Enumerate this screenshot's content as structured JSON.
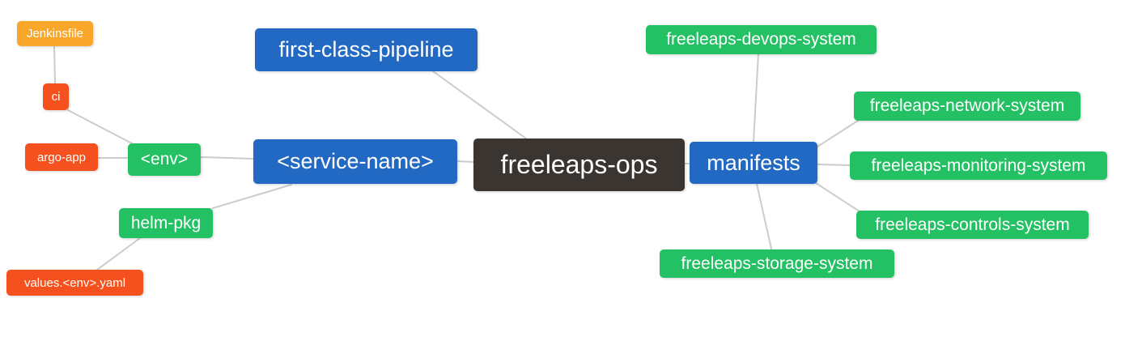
{
  "mindmap": {
    "root": {
      "label": "freeleaps-ops"
    },
    "left_branch": {
      "first_class_pipeline": {
        "label": "first-class-pipeline"
      },
      "service_name": {
        "label": "<service-name>"
      },
      "env": {
        "label": "<env>"
      },
      "argo_app": {
        "label": "argo-app"
      },
      "ci": {
        "label": "ci"
      },
      "jenkinsfile": {
        "label": "Jenkinsfile"
      },
      "helm_pkg": {
        "label": "helm-pkg"
      },
      "values_env_yaml": {
        "label": "values.<env>.yaml"
      }
    },
    "right_branch": {
      "manifests": {
        "label": "manifests"
      },
      "systems": [
        {
          "label": "freeleaps-devops-system"
        },
        {
          "label": "freeleaps-network-system"
        },
        {
          "label": "freeleaps-monitoring-system"
        },
        {
          "label": "freeleaps-controls-system"
        },
        {
          "label": "freeleaps-storage-system"
        }
      ]
    },
    "colors": {
      "root_node": "#3b3531",
      "branch_blue": "#2269c3",
      "system_green": "#24c164",
      "jenkinsfile_amber": "#f9a72b",
      "leaf_red": "#f4511e",
      "edge_gray": "#cccccc",
      "node_text": "#ffffff",
      "background": "#ffffff"
    }
  }
}
